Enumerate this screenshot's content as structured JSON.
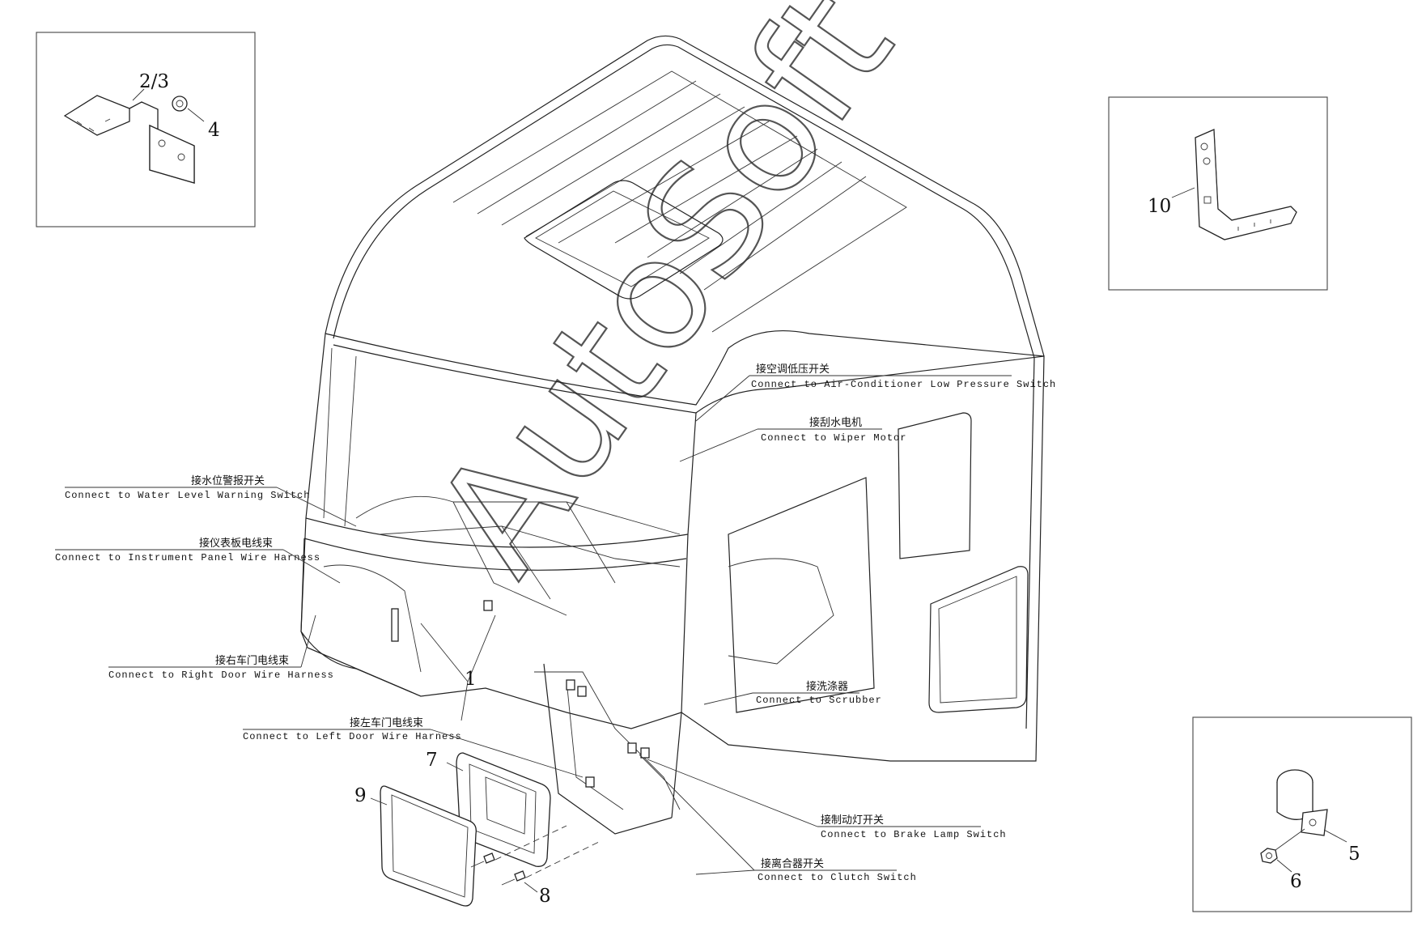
{
  "watermark": "AutoSoft",
  "callouts": [
    {
      "id": "2-3",
      "label": "2/3"
    },
    {
      "id": "4",
      "label": "4"
    },
    {
      "id": "10",
      "label": "10"
    },
    {
      "id": "1",
      "label": "1"
    },
    {
      "id": "7",
      "label": "7"
    },
    {
      "id": "9",
      "label": "9"
    },
    {
      "id": "8",
      "label": "8"
    },
    {
      "id": "5",
      "label": "5"
    },
    {
      "id": "6",
      "label": "6"
    }
  ],
  "connections": [
    {
      "id": "ac",
      "cn": "接空调低压开关",
      "en": "Connect to Air-Conditioner Low Pressure Switch"
    },
    {
      "id": "wiper",
      "cn": "接刮水电机",
      "en": "Connect to Wiper Motor"
    },
    {
      "id": "water",
      "cn": "接水位警报开关",
      "en": "Connect to Water Level Warning Switch"
    },
    {
      "id": "instrument",
      "cn": "接仪表板电线束",
      "en": "Connect to Instrument Panel Wire Harness"
    },
    {
      "id": "rightdoor",
      "cn": "接右车门电线束",
      "en": "Connect to Right Door Wire Harness"
    },
    {
      "id": "scrubber",
      "cn": "接洗涤器",
      "en": "Connect to Scrubber"
    },
    {
      "id": "leftdoor",
      "cn": "接左车门电线束",
      "en": "Connect to Left Door Wire Harness"
    },
    {
      "id": "brake",
      "cn": "接制动灯开关",
      "en": "Connect to Brake Lamp Switch"
    },
    {
      "id": "clutch",
      "cn": "接离合器开关",
      "en": "Connect to Clutch Switch"
    }
  ]
}
